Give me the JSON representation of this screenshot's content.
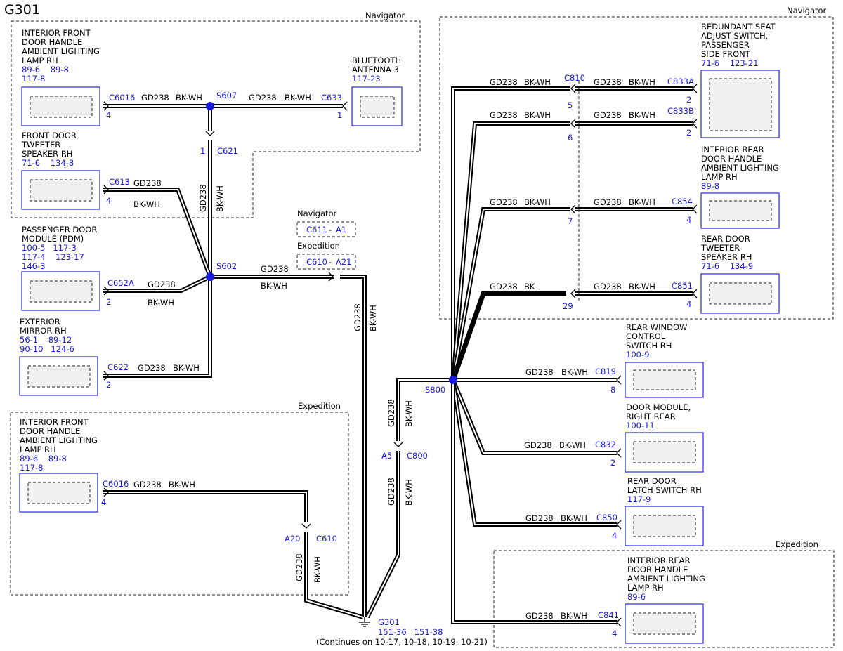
{
  "page": {
    "title": "G301",
    "continuation_note": "(Continues on 10-17, 10-18, 10-19, 10-21)"
  },
  "regions": {
    "top_left": "Navigator",
    "right_top": "Navigator",
    "bottom_left": "Expedition",
    "bottom_right": "Expedition"
  },
  "wire": {
    "circuit": "GD238",
    "color": "BK-WH",
    "color_bk": "BK"
  },
  "ground": {
    "name": "G301",
    "refs": "151-36   151-38"
  },
  "splices": {
    "s607": "S607",
    "s602": "S602",
    "s800": "S800"
  },
  "components": {
    "int_front_handle_nav": {
      "lines": [
        "INTERIOR FRONT",
        "DOOR HANDLE",
        "AMBIENT LIGHTING",
        "LAMP RH"
      ],
      "refs": [
        "89-6    89-8",
        "117-8"
      ],
      "connector": "C6016",
      "pin": "4"
    },
    "bt_antenna": {
      "lines": [
        "BLUETOOTH",
        "ANTENNA 3"
      ],
      "refs": [
        "117-23"
      ],
      "connector": "C633",
      "pin": "1"
    },
    "tweeter_front": {
      "lines": [
        "FRONT DOOR",
        "TWEETER",
        "SPEAKER RH"
      ],
      "refs": [
        "71-6    134-8"
      ],
      "connector": "C613",
      "pin": "4"
    },
    "pdm": {
      "lines": [
        "PASSENGER DOOR",
        "MODULE (PDM)"
      ],
      "refs": [
        "100-5   117-3",
        "117-4    123-17",
        "146-3"
      ],
      "connector": "C652A",
      "pin": "2"
    },
    "mirror": {
      "lines": [
        "EXTERIOR",
        "MIRROR RH"
      ],
      "refs": [
        "56-1    89-12",
        "90-10   124-6"
      ],
      "connector": "C622",
      "pin": "2"
    },
    "int_front_handle_exp": {
      "lines": [
        "INTERIOR FRONT",
        "DOOR HANDLE",
        "AMBIENT LIGHTING",
        "LAMP RH"
      ],
      "refs": [
        "89-6    89-8",
        "117-8"
      ],
      "connector": "C6016",
      "pin": "4"
    },
    "seat_switch": {
      "lines": [
        "REDUNDANT SEAT",
        "ADJUST SWITCH,",
        "PASSENGER",
        "SIDE FRONT"
      ],
      "refs": [
        "71-6    123-21"
      ],
      "connector_a": "C833A",
      "pin_a": "2",
      "connector_b": "C833B",
      "pin_b": "2"
    },
    "int_rear_handle_nav": {
      "lines": [
        "INTERIOR REAR",
        "DOOR HANDLE",
        "AMBIENT LIGHTING",
        "LAMP RH"
      ],
      "refs": [
        "89-8"
      ],
      "connector": "C854",
      "pin": "4"
    },
    "tweeter_rear": {
      "lines": [
        "REAR DOOR",
        "TWEETER",
        "SPEAKER RH"
      ],
      "refs": [
        "71-6    134-9"
      ],
      "connector": "C851",
      "pin": "4"
    },
    "rear_window": {
      "lines": [
        "REAR WINDOW",
        "CONTROL",
        "SWITCH RH"
      ],
      "refs": [
        "100-9"
      ],
      "connector": "C819",
      "pin": "8"
    },
    "door_module_rear": {
      "lines": [
        "DOOR MODULE,",
        "RIGHT REAR"
      ],
      "refs": [
        "100-11"
      ],
      "connector": "C832",
      "pin": "2"
    },
    "rear_latch": {
      "lines": [
        "REAR DOOR",
        "LATCH SWITCH RH"
      ],
      "refs": [
        "117-9"
      ],
      "connector": "C850",
      "pin": "4"
    },
    "int_rear_handle_exp": {
      "lines": [
        "INTERIOR REAR",
        "DOOR HANDLE",
        "AMBIENT LIGHTING",
        "LAMP RH"
      ],
      "refs": [
        "89-6"
      ],
      "connector": "C841",
      "pin": "4"
    }
  },
  "inline_connectors": {
    "c621": {
      "name": "C621",
      "pin": "1"
    },
    "c810": {
      "name": "C810",
      "pins": [
        "5",
        "6",
        "7",
        "29"
      ]
    },
    "c800": {
      "name": "C800",
      "pin": "A5"
    },
    "c610": {
      "name": "C610",
      "pin": "A20"
    }
  },
  "variant_legend": {
    "nav_label": "Navigator",
    "nav_connector": "C611",
    "nav_pin": "A1",
    "exp_label": "Expedition",
    "exp_connector": "C610",
    "exp_pin": "A21",
    "sep": "-"
  }
}
